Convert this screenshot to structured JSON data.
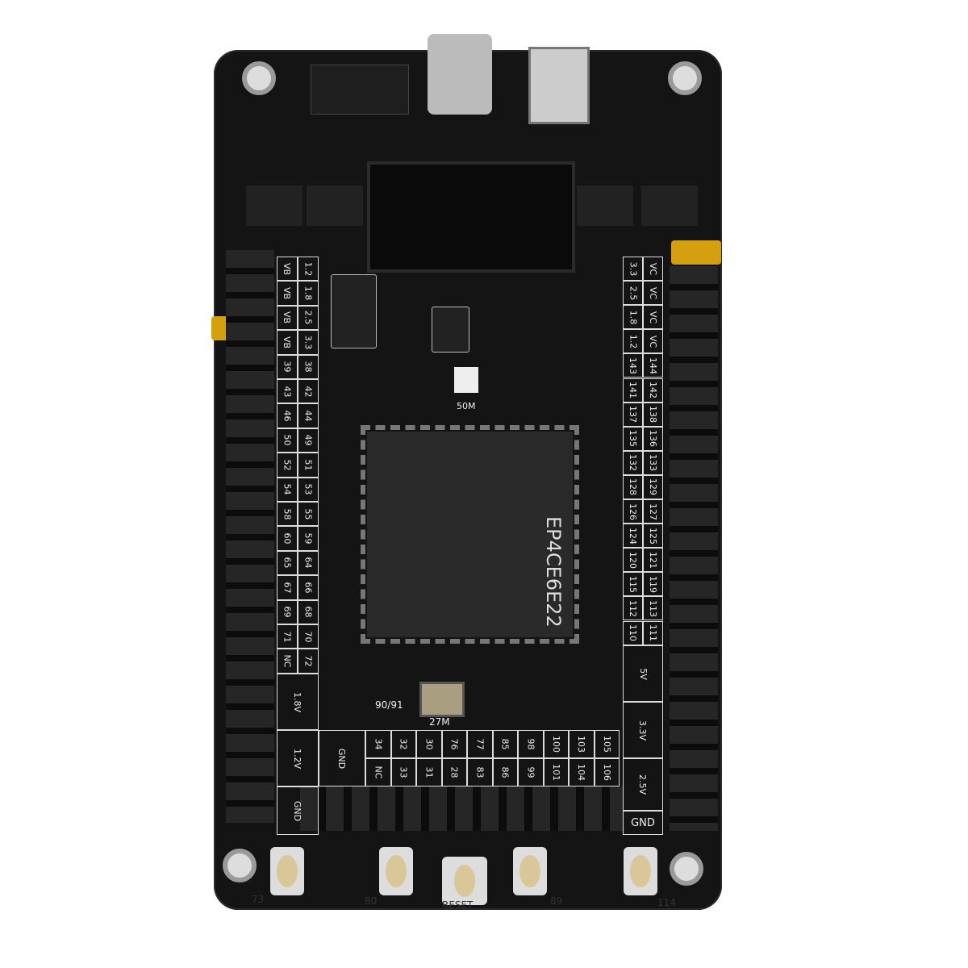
{
  "board": {
    "chip_label": "EP4CE6E22",
    "osc1_label": "50M",
    "osc2_label": "27M",
    "pin_note": "90/91"
  },
  "left_pins": {
    "outer": [
      "VB",
      "VB",
      "VB",
      "VB",
      "39",
      "43",
      "46",
      "50",
      "52",
      "54",
      "58",
      "60",
      "65",
      "67",
      "69",
      "71",
      "NC"
    ],
    "inner": [
      "1.2",
      "1.8",
      "2.5",
      "3.3",
      "38",
      "42",
      "44",
      "49",
      "51",
      "53",
      "55",
      "59",
      "64",
      "66",
      "68",
      "70",
      "72"
    ]
  },
  "right_pins": {
    "inner": [
      "3.3",
      "2.5",
      "1.8",
      "1.2",
      "143",
      "141",
      "137",
      "135",
      "132",
      "128",
      "126",
      "124",
      "120",
      "115",
      "112",
      "110"
    ],
    "outer": [
      "VC",
      "VC",
      "VC",
      "VC",
      "144",
      "142",
      "138",
      "136",
      "133",
      "129",
      "127",
      "125",
      "121",
      "119",
      "113",
      "111"
    ]
  },
  "right_power": [
    "5V",
    "3.3V",
    "2.5V",
    "GND"
  ],
  "left_power": [
    "1.8V",
    "1.2V",
    "GND"
  ],
  "bottom_gnd": "GND",
  "bottom_pins": {
    "top": [
      "34",
      "32",
      "30",
      "76",
      "77",
      "85",
      "98",
      "100",
      "103",
      "105"
    ],
    "bottom": [
      "NC",
      "33",
      "31",
      "28",
      "83",
      "86",
      "99",
      "101",
      "104",
      "106"
    ]
  },
  "buttons": [
    "73",
    "80",
    "RESET",
    "89",
    "114"
  ],
  "colors": {
    "pcb": "#141414",
    "silkscreen": "#eeeeee",
    "jumper": "#d4a010",
    "button_cap": "#d9c79a"
  }
}
